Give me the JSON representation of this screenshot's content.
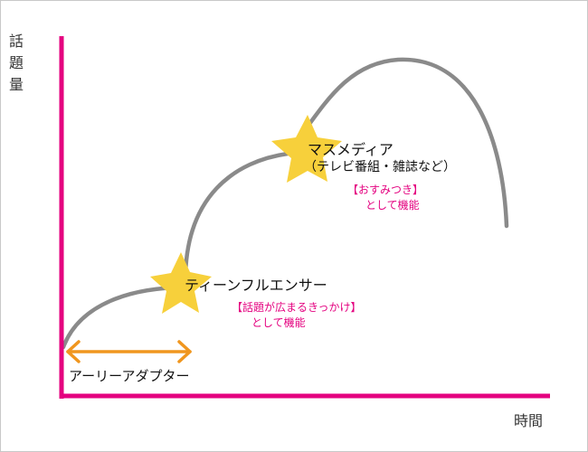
{
  "axes": {
    "y_label": [
      "話",
      "題",
      "量"
    ],
    "x_label": "時間"
  },
  "stages": {
    "early_adopter": {
      "label": "アーリーアダプター"
    },
    "influencer": {
      "title": "ティーンフルエンサー",
      "role_line1": "【話題が広まるきっかけ】",
      "role_line2": "として機能"
    },
    "mass_media": {
      "title": "マスメディア",
      "subtitle": "（テレビ番組・雑誌など）",
      "role_line1": "【おすみつき】",
      "role_line2": "として機能"
    }
  },
  "colors": {
    "axis": "#e4007f",
    "curve": "#8a8a8a",
    "arrow": "#f0961e",
    "star": "#f7d03b",
    "label_text": "#111111",
    "role_text": "#e4007f"
  },
  "icons": [
    "star-icon",
    "double-arrow-icon"
  ]
}
